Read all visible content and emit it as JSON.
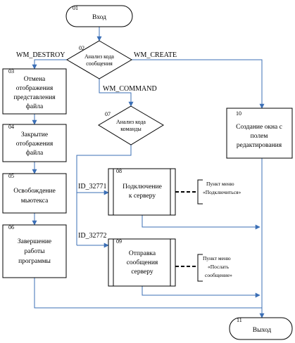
{
  "colors": {
    "connector": "#3b6fb6",
    "shape_stroke": "#000000"
  },
  "nodes": {
    "n01": {
      "num": "01",
      "label": "Вход"
    },
    "n02": {
      "num": "02",
      "line1": "Анализ кода",
      "line2": "сообщения"
    },
    "n03": {
      "num": "03",
      "line1": "Отмена",
      "line2": "отображения",
      "line3": "представления",
      "line4": "файла"
    },
    "n04": {
      "num": "04",
      "line1": "Закрытие",
      "line2": "отображения",
      "line3": "файла"
    },
    "n05": {
      "num": "05",
      "line1": "Освобождение",
      "line2": "мьютекса"
    },
    "n06": {
      "num": "06",
      "line1": "Завершение",
      "line2": "работы",
      "line3": "программы"
    },
    "n07": {
      "num": "07",
      "line1": "Анализ кода",
      "line2": "команды"
    },
    "n08": {
      "num": "08",
      "line1": "Подключение",
      "line2": "к серверу"
    },
    "n09": {
      "num": "09",
      "line1": "Отправка",
      "line2": "сообщения",
      "line3": "серверу"
    },
    "n10": {
      "num": "10",
      "line1": "Создание окна с",
      "line2": "полем",
      "line3": "редактирования"
    },
    "n11": {
      "num": "11",
      "label": "Выход"
    }
  },
  "edge_labels": {
    "wm_destroy": "WM_DESTROY",
    "wm_create": "WM_CREATE",
    "wm_command": "WM_COMMAND",
    "id_32771": "ID_32771",
    "id_32772": "ID_32772"
  },
  "notes": {
    "note08": {
      "line1": "Пункт меню",
      "line2": "«Подключиться»"
    },
    "note09": {
      "line1": "Пункт меню",
      "line2": "«Послать",
      "line3": "сообщение»"
    }
  }
}
